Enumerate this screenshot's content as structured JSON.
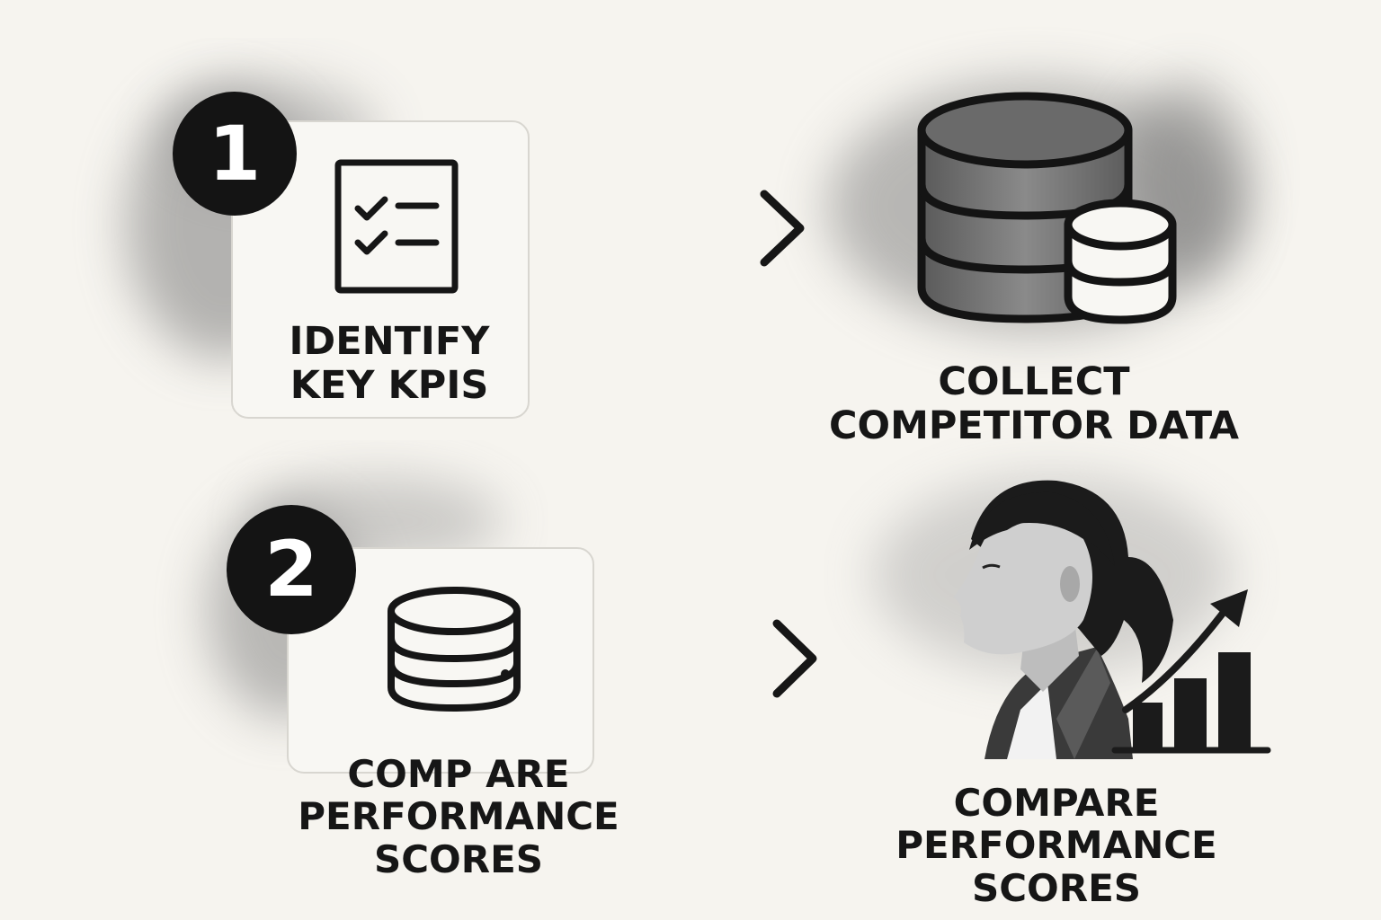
{
  "steps": [
    {
      "number": "1",
      "label": "IDENTIFY\nKEY KPIS",
      "icon": "checklist-icon"
    },
    {
      "number": "2",
      "label": "COMP ARE\nPERFORMANCE\nSCORES",
      "icon": "database-icon"
    }
  ],
  "outcomes": [
    {
      "label": "COLLECT\nCOMPETITOR DATA",
      "icon": "database-stack-icon"
    },
    {
      "label": "COMPARE\nPERFORMANCE\nSCORES",
      "icon": "analyst-growth-chart-illustration"
    }
  ],
  "colors": {
    "ink": "#161616",
    "paper": "#f6f4ef",
    "wash": "#8c8c8c"
  }
}
